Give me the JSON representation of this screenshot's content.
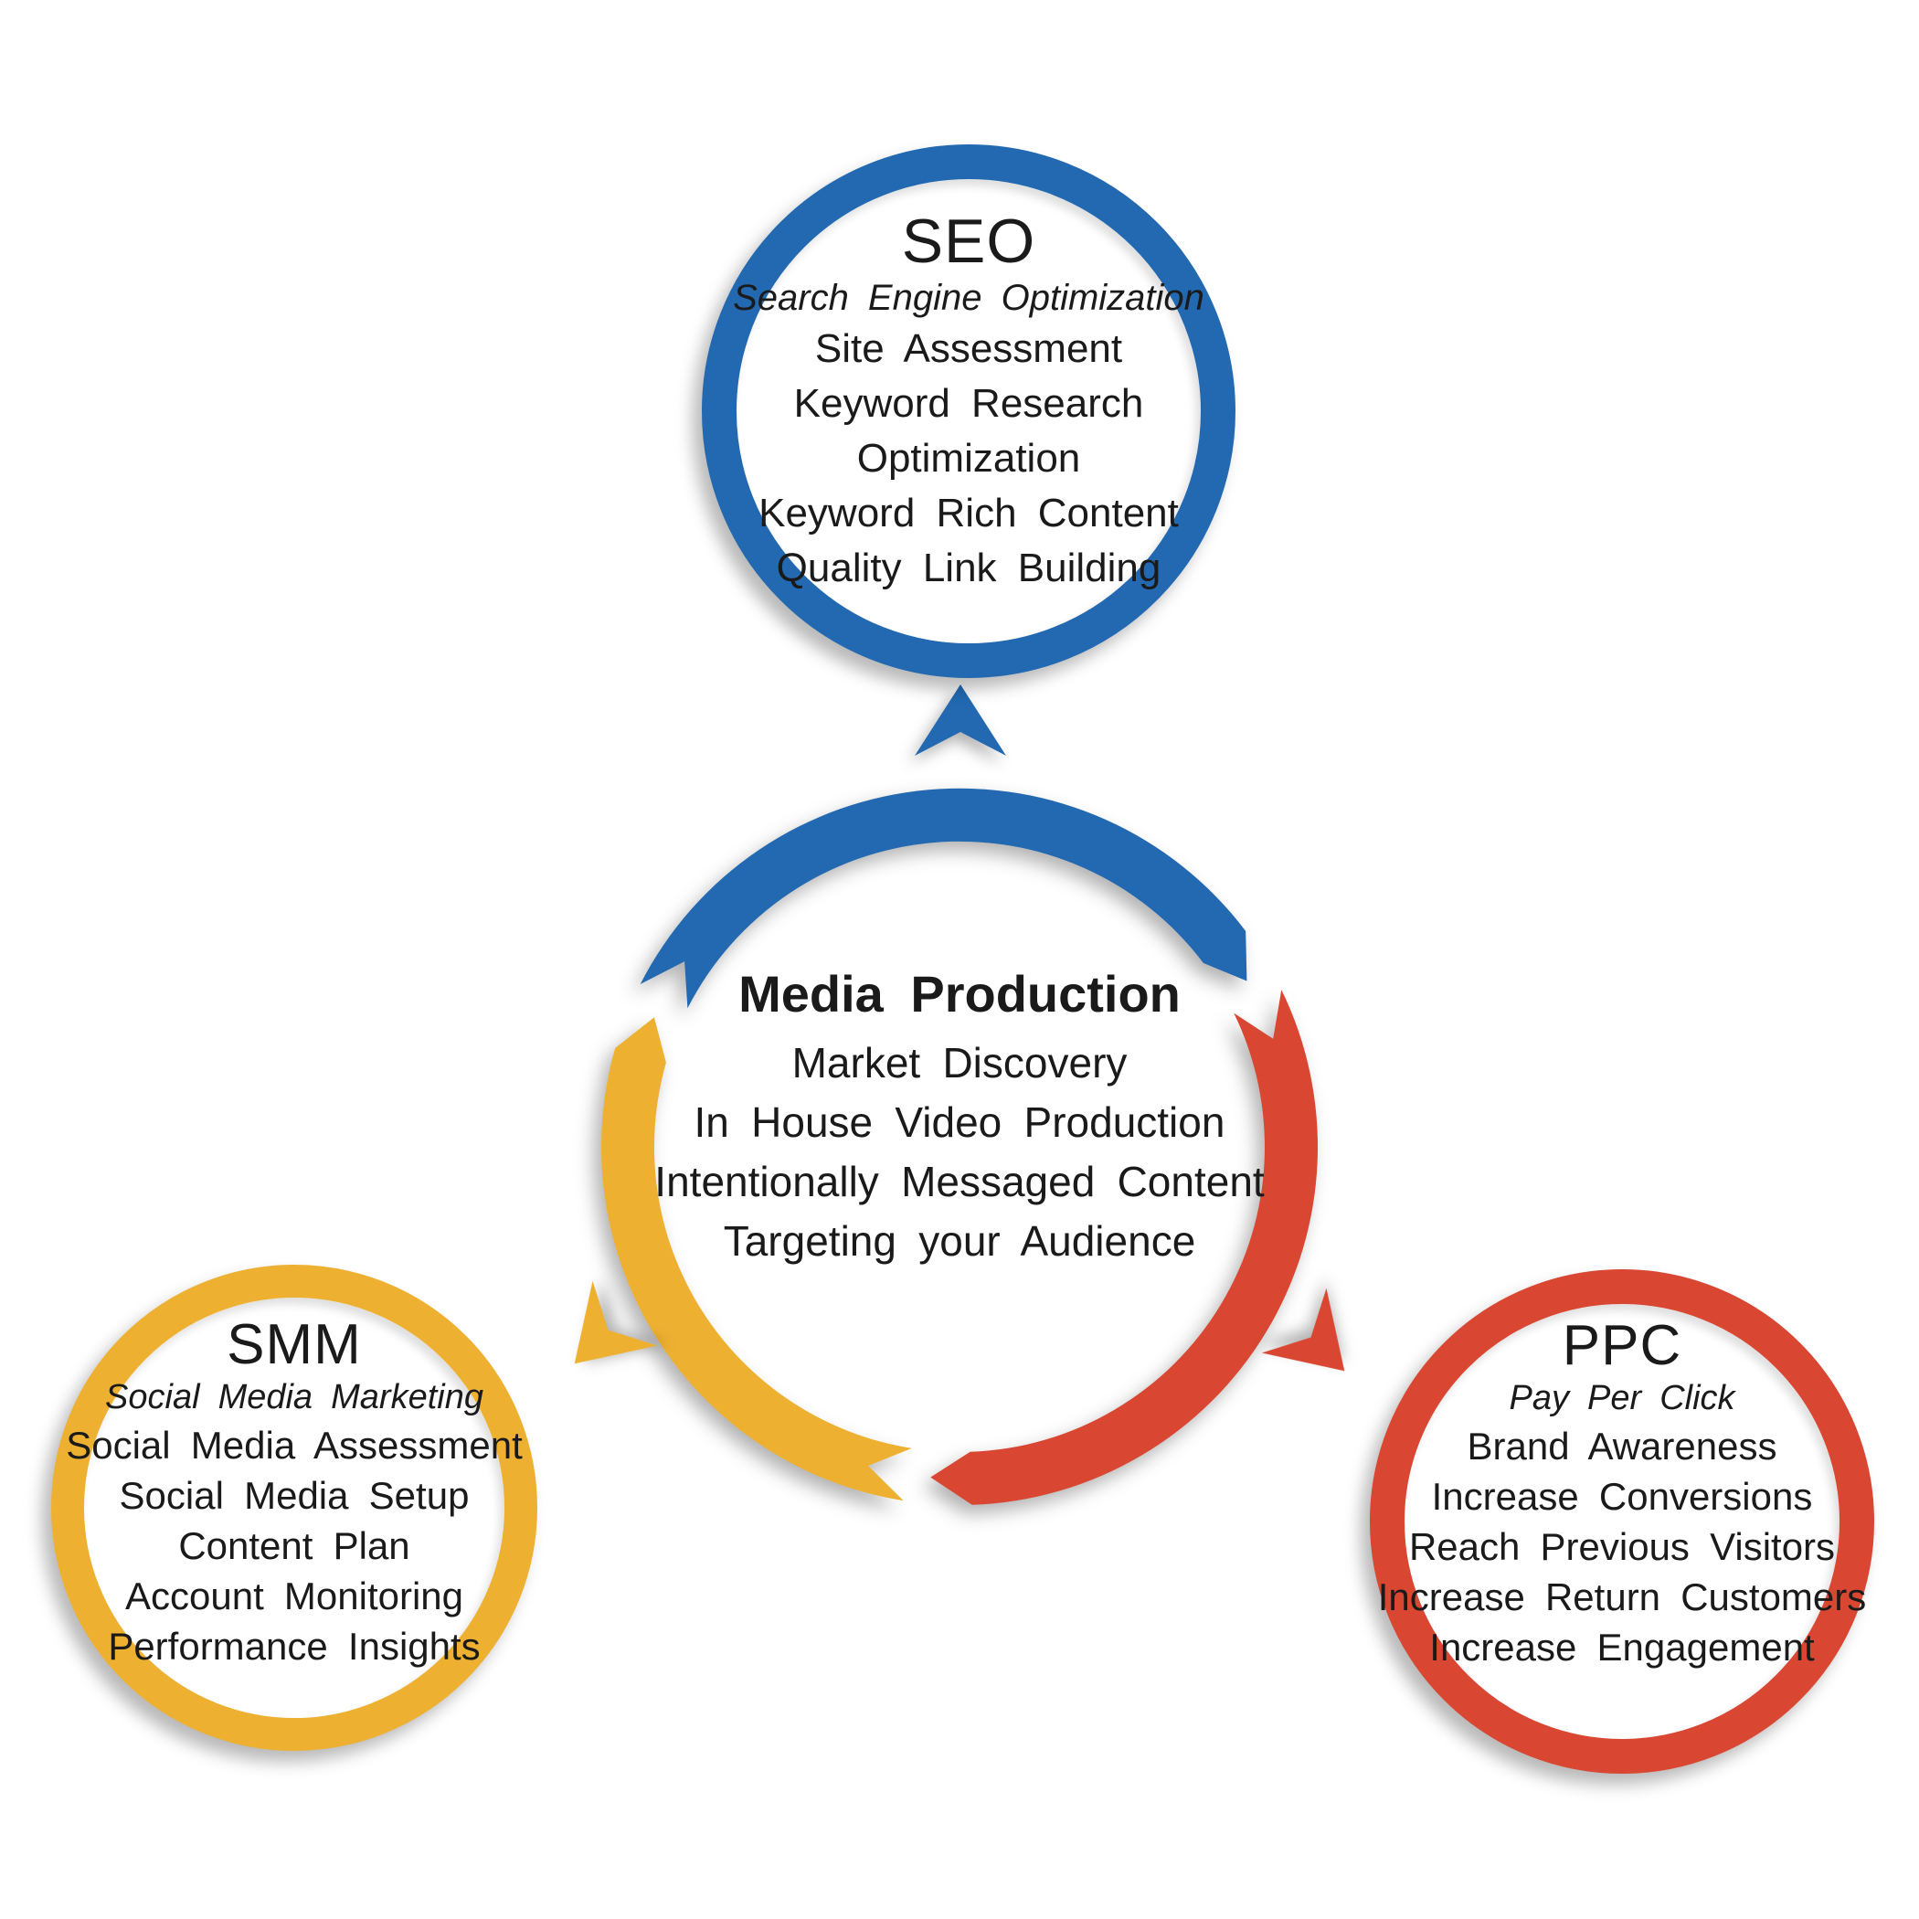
{
  "colors": {
    "blue": "#2269b1",
    "yellow": "#eeb031",
    "red": "#d94732",
    "text": "#1a1a1a"
  },
  "center": {
    "title": "Media Production",
    "items": [
      "Market Discovery",
      "In House Video Production",
      "Intentionally Messaged Content",
      "Targeting your Audience"
    ]
  },
  "seo": {
    "title": "SEO",
    "subtitle": "Search Engine Optimization",
    "items": [
      "Site Assessment",
      "Keyword Research",
      "Optimization",
      "Keyword Rich Content",
      "Quality Link Building"
    ]
  },
  "smm": {
    "title": "SMM",
    "subtitle": "Social Media Marketing",
    "items": [
      "Social Media Assessment",
      "Social Media Setup",
      "Content Plan",
      "Account Monitoring",
      "Performance Insights"
    ]
  },
  "ppc": {
    "title": "PPC",
    "subtitle": "Pay Per Click",
    "items": [
      "Brand Awareness",
      "Increase Conversions",
      "Reach Previous Visitors",
      "Increase Return Customers",
      "Increase Engagement"
    ]
  },
  "icons": {
    "seo_arrow": "chevron pointing up toward SEO circle",
    "smm_arrow": "chevron pointing down-left toward SMM circle",
    "ppc_arrow": "chevron pointing down-right toward PPC circle"
  }
}
